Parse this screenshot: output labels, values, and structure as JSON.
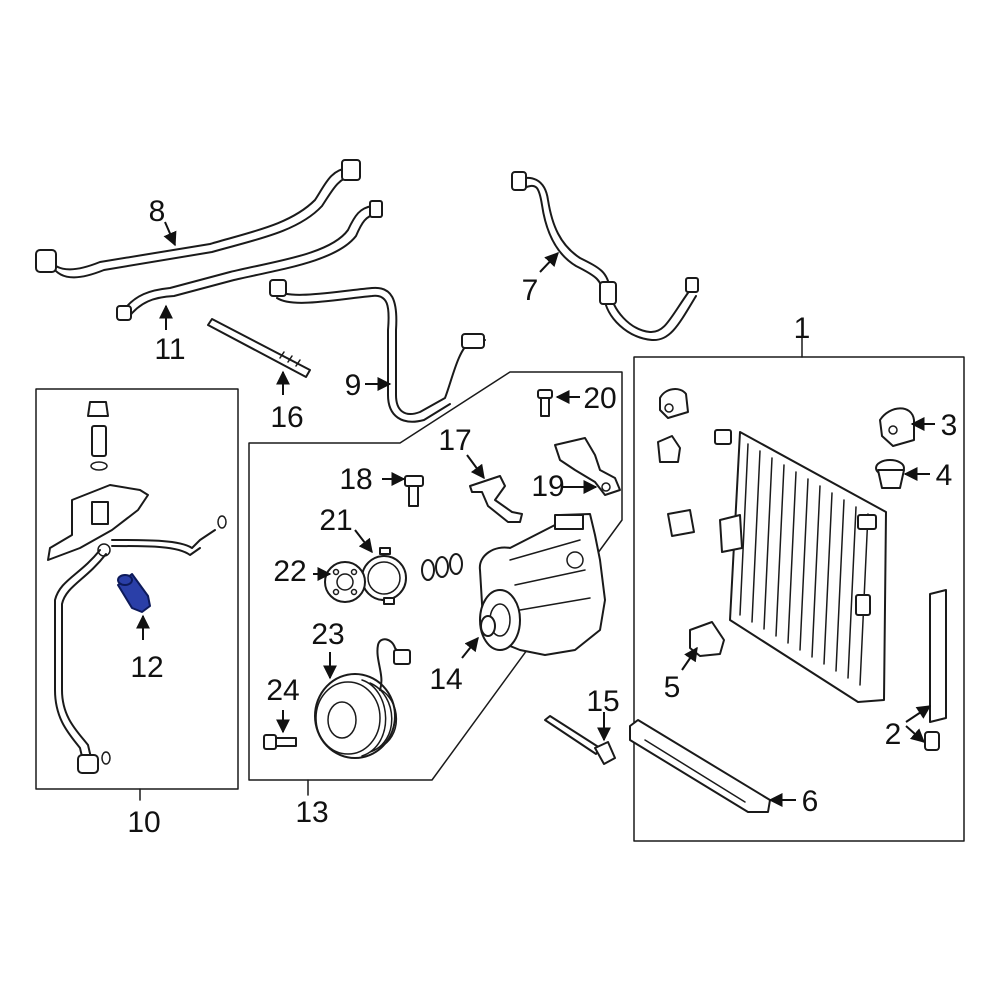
{
  "diagram": {
    "highlight_color": "#2a3fa8",
    "callouts": [
      "1",
      "2",
      "3",
      "4",
      "5",
      "6",
      "7",
      "8",
      "9",
      "10",
      "11",
      "12",
      "13",
      "14",
      "15",
      "16",
      "17",
      "18",
      "19",
      "20",
      "21",
      "22",
      "23",
      "24"
    ]
  }
}
